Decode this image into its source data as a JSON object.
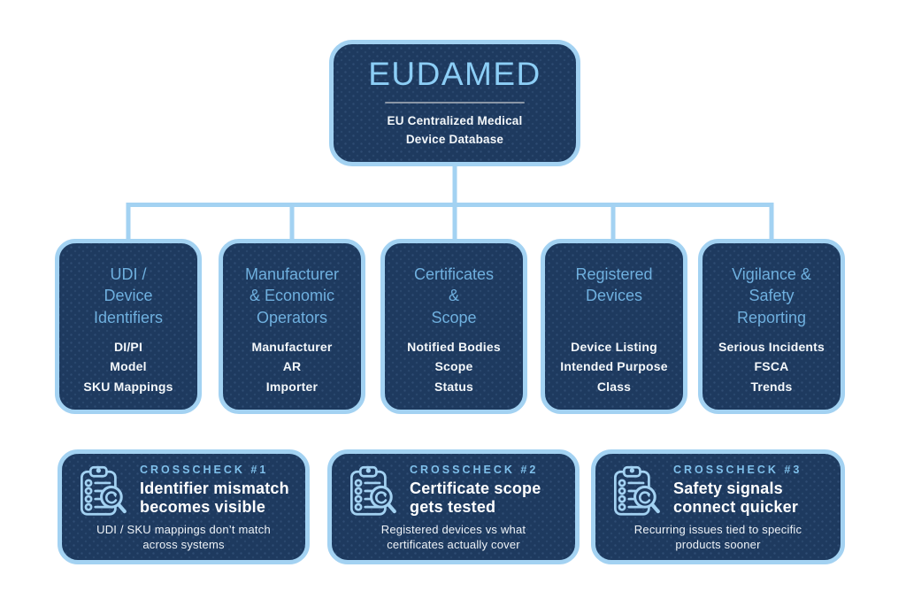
{
  "root": {
    "title": "EUDAMED",
    "subtitle": "EU Centralized Medical\nDevice Database"
  },
  "modules": [
    {
      "heading": "UDI /\nDevice\nIdentifiers",
      "items": "DI/PI\nModel\nSKU Mappings"
    },
    {
      "heading": "Manufacturer\n& Economic\nOperators",
      "items": "Manufacturer\nAR\nImporter"
    },
    {
      "heading": "Certificates\n&\nScope",
      "items": "Notified Bodies\nScope\nStatus"
    },
    {
      "heading": "Registered\nDevices",
      "items": "Device Listing\nIntended Purpose\nClass"
    },
    {
      "heading": "Vigilance &\nSafety\nReporting",
      "items": "Serious Incidents\nFSCA\nTrends"
    }
  ],
  "crosschecks": [
    {
      "label": "CROSSCHECK #1",
      "title": "Identifier mismatch\nbecomes visible",
      "subtitle": "UDI / SKU mappings don’t match\nacross systems",
      "icon": "clipboard-magnifier-icon"
    },
    {
      "label": "CROSSCHECK #2",
      "title": "Certificate scope\ngets tested",
      "subtitle": "Registered devices vs what\ncertificates actually cover",
      "icon": "clipboard-magnifier-icon"
    },
    {
      "label": "CROSSCHECK #3",
      "title": "Safety signals\nconnect quicker",
      "subtitle": "Recurring issues tied to specific\nproducts sooner",
      "icon": "clipboard-magnifier-icon"
    }
  ],
  "colors": {
    "background": "#ffffff",
    "card_fill": "#1e3a5f",
    "card_border": "#a3d2f2",
    "connector": "#a3d2f2",
    "root_title": "#8ccef6",
    "module_heading": "#6fb0df",
    "crosscheck_label": "#7fc0eb",
    "body_text": "#f4f8fb",
    "divider": "#8a96a6"
  }
}
